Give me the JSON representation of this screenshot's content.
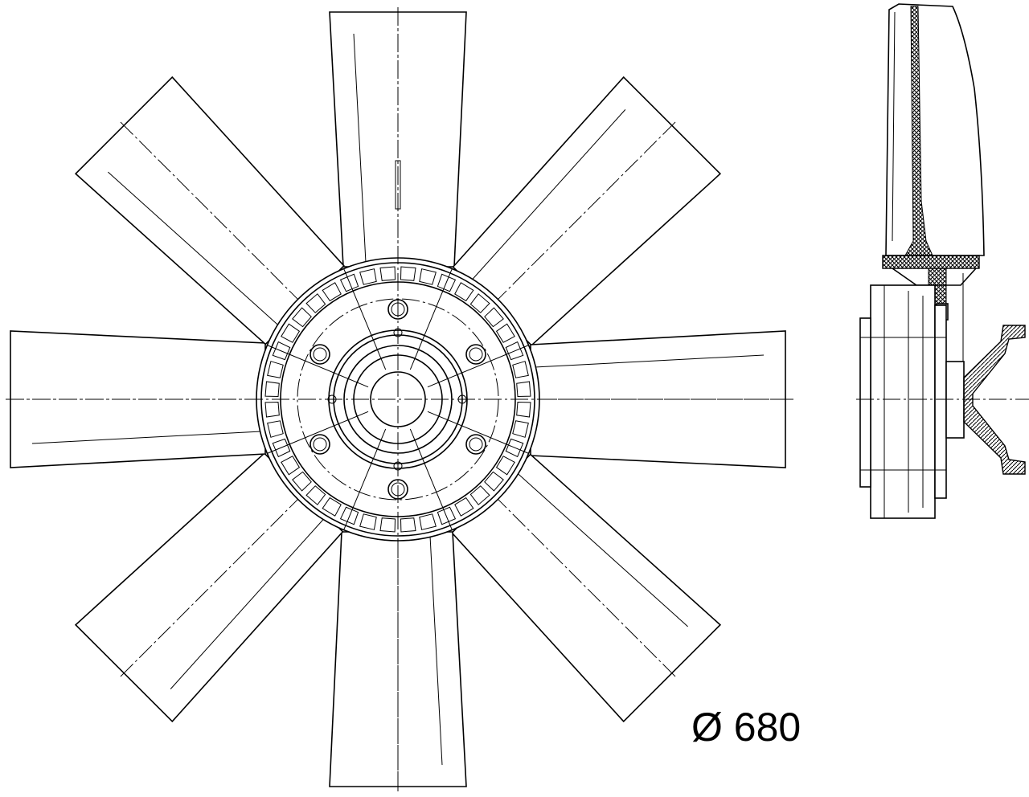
{
  "drawing": {
    "dimension_label": "Ø 680",
    "blade_count": 8,
    "bolt_count": 6,
    "line_color": "#000000",
    "background": "#ffffff"
  }
}
